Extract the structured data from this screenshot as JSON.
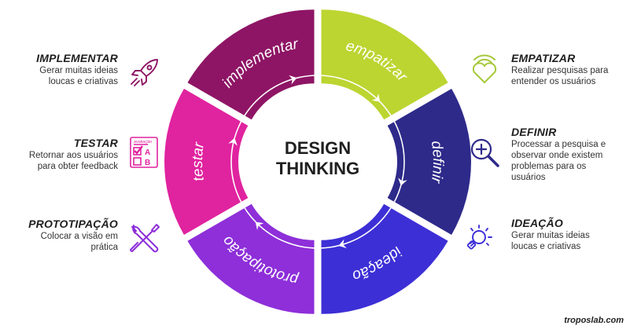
{
  "center": {
    "line1": "DESIGN",
    "line2": "THINKING"
  },
  "wheel": [
    {
      "label": "empatizar",
      "color": "#bcd531"
    },
    {
      "label": "definir",
      "color": "#2e2a8a"
    },
    {
      "label": "ideação",
      "color": "#3d2fd6"
    },
    {
      "label": "prototipação",
      "color": "#8e2fd9"
    },
    {
      "label": "testar",
      "color": "#e0239f"
    },
    {
      "label": "implementar",
      "color": "#8e1565"
    }
  ],
  "steps": {
    "empatizar": {
      "title": "EMPATIZAR",
      "desc": [
        "Realizar pesquisas para",
        "entender os usuários"
      ],
      "icon": "heart-signal-icon",
      "icon_color": "#a6c93a"
    },
    "definir": {
      "title": "DEFINIR",
      "desc": [
        "Processar a pesquisa e",
        "observar onde existem",
        "problemas para os",
        "usuários"
      ],
      "icon": "magnifier-plus-icon",
      "icon_color": "#2e2a8a"
    },
    "ideacao": {
      "title": "IDEAÇÃO",
      "desc": [
        "Gerar muitas ideias",
        "loucas e criativas"
      ],
      "icon": "lightbulb-icon",
      "icon_color": "#3d2fd6"
    },
    "implementar": {
      "title": "IMPLEMENTAR",
      "desc": [
        "Gerar muitas ideias",
        "loucas e criativas"
      ],
      "icon": "rocket-icon",
      "icon_color": "#8e1565"
    },
    "testar": {
      "title": "TESTAR",
      "desc": [
        "Retornar aos usuários",
        "para obter feedback"
      ],
      "icon": "test-sheet-icon",
      "icon_color": "#e0239f"
    },
    "prototipacao": {
      "title": "PROTOTIPAÇÃO",
      "desc": [
        "Colocar a visão em",
        "prática"
      ],
      "icon": "wrench-screwdriver-icon",
      "icon_color": "#8e2fd9"
    }
  },
  "test_sheet": {
    "header": "avaliação",
    "a": "A",
    "b": "B"
  },
  "credit": "troposlab.com"
}
